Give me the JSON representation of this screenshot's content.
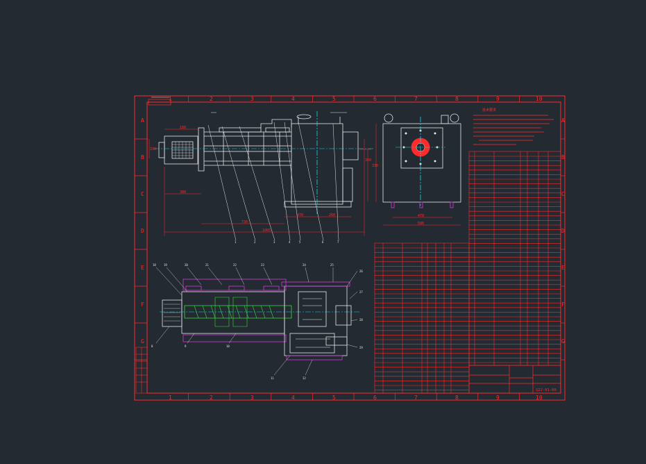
{
  "canvas": {
    "background": "#232a32",
    "line_color": "#ff2a2a",
    "white_color": "#e8e8e8",
    "cyan_color": "#19d7e6",
    "green_color": "#36e23a",
    "magenta_color": "#d23cd8"
  },
  "border": {
    "columns_top": [
      "1",
      "2",
      "3",
      "4",
      "5",
      "6",
      "7",
      "8",
      "9",
      "10"
    ],
    "columns_bottom": [
      "1",
      "2",
      "3",
      "4",
      "5",
      "6",
      "7",
      "8",
      "9",
      "10"
    ],
    "rows_left": [
      "A",
      "B",
      "C",
      "D",
      "E",
      "F",
      "G"
    ],
    "rows_right": [
      "A",
      "B",
      "C",
      "D",
      "E",
      "F",
      "G"
    ]
  },
  "views": {
    "front": {
      "dims": {
        "d1": "180",
        "d2": "380",
        "d3": "730",
        "d4": "1065",
        "d5": "470",
        "d6": "260",
        "d7": "350",
        "d8": "330"
      }
    },
    "side": {
      "dims": {
        "w1": "470",
        "w2": "580",
        "h1": "330"
      }
    }
  },
  "title_block": {
    "label": "技术要求",
    "drawing_no": "SZJ-01-00"
  }
}
